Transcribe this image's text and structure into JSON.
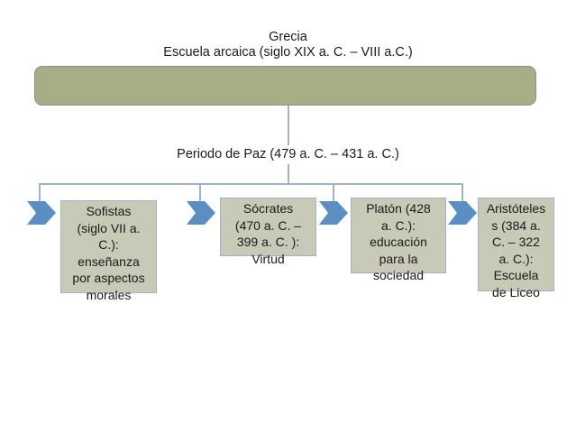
{
  "header": {
    "line1": "Grecia",
    "line2": "Escuela arcaica (siglo XIX a. C. – VIII a.C.)"
  },
  "period": {
    "label": "Periodo de Paz (479 a. C. – 431 a. C.)"
  },
  "cards": [
    {
      "text": "Sofistas\n(siglo VII a.\nC.):\nenseñanza\npor aspectos\nmorales"
    },
    {
      "text": "Sócrates\n(470 a. C. –\n399 a. C. ):\nVirtud"
    },
    {
      "text": "Platón (428\na. C.):\neducación\npara la\nsociedad"
    },
    {
      "text": "Aristóteles\ns (384 a.\nC. – 322\na. C.):\nEscuela\nde Liceo"
    }
  ],
  "colors": {
    "banner_fill": "#a8ad85",
    "card_fill": "#c8c9b6",
    "connector": "#9fb3c4",
    "arrow_fill": "#5b8fc4"
  }
}
